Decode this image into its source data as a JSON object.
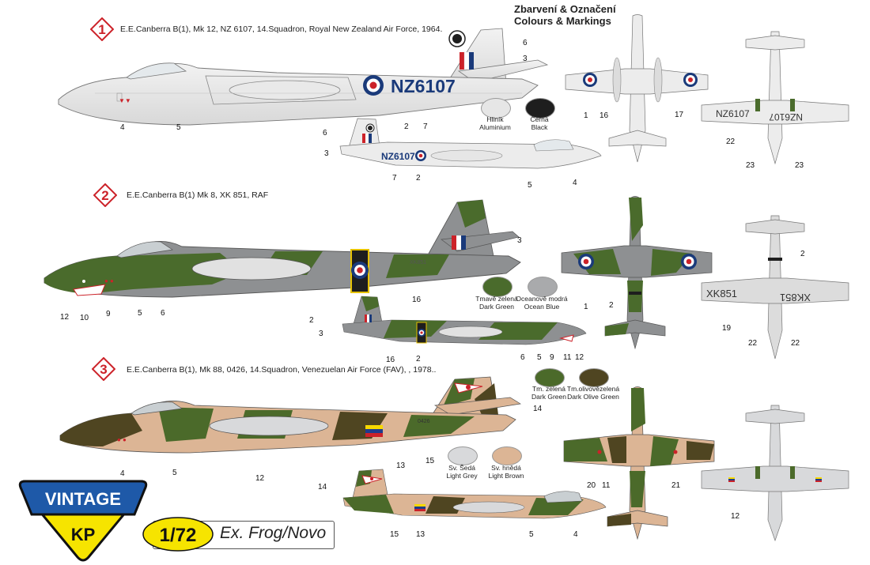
{
  "heading": {
    "line1": "Zbarvení & Označení",
    "line2": "Colours & Markings"
  },
  "schemes": [
    {
      "number": "1",
      "title": "E.E.Canberra B(1), Mk 12, NZ 6107, 14.Squadron, Royal New Zealand Air Force, 1964.",
      "serial": "NZ6107",
      "serial_mirror": "NZ6107"
    },
    {
      "number": "2",
      "title": "E.E.Canberra B(1) Mk 8,  XK 851, RAF",
      "serial": "XK851",
      "serial_small": "XK851"
    },
    {
      "number": "3",
      "title": "E.E.Canberra B(1), Mk 88, 0426, 14.Squadron, Venezuelan Air Force (FAV), , 1978..",
      "serial": "0426"
    }
  ],
  "swatches": [
    {
      "cz": "Hliník",
      "en": "Aluminium",
      "color": "#e6e6e6"
    },
    {
      "cz": "Černá",
      "en": "Black",
      "color": "#1e1e1e"
    },
    {
      "cz": "Tmavě zelená",
      "en": "Dark Green",
      "color": "#4a6b2c"
    },
    {
      "cz": "Oceanově modrá",
      "en": "Ocean Blue",
      "color": "#a9aaac"
    },
    {
      "cz": "Tm. zelená",
      "en": "Dark Green",
      "color": "#4b6a2a"
    },
    {
      "cz": "Tm.olivovězelená",
      "en": "Dark Olive Green",
      "color": "#4f4521"
    },
    {
      "cz": "Sv. Šedá",
      "en": "Light Grey",
      "color": "#d8d9db"
    },
    {
      "cz": "Sv. hnědá",
      "en": "Light Brown",
      "color": "#dcb595"
    }
  ],
  "callouts": {
    "s1_side": [
      "6",
      "3",
      "2",
      "7",
      "4",
      "5"
    ],
    "s1_small": [
      "6",
      "3",
      "7",
      "2",
      "5",
      "4"
    ],
    "s1_top": [
      "1",
      "16",
      "17"
    ],
    "s1_bottom": [
      "22",
      "23",
      "23"
    ],
    "s2_side": [
      "3",
      "16",
      "12",
      "10",
      "9",
      "5",
      "6",
      "2"
    ],
    "s2_small": [
      "3",
      "16",
      "2",
      "6",
      "5",
      "9",
      "11",
      "12"
    ],
    "s2_top": [
      "1",
      "2"
    ],
    "s2_bottom": [
      "2",
      "19",
      "22",
      "22"
    ],
    "s3_side": [
      "14",
      "13",
      "15",
      "4",
      "5",
      "12"
    ],
    "s3_small": [
      "14",
      "15",
      "13",
      "5",
      "4"
    ],
    "s3_top": [
      "20",
      "11",
      "21"
    ],
    "s3_bottom": [
      "12"
    ]
  },
  "brand": {
    "top": "VINTAGE",
    "bottom": "KP",
    "scale": "1/72",
    "subtitle": "Ex. Frog/Novo"
  },
  "colors": {
    "accent_red": "#cc2229",
    "badge_blue": "#1e59a8",
    "badge_yellow": "#f6e400",
    "roundel_blue": "#1a3a7a"
  }
}
